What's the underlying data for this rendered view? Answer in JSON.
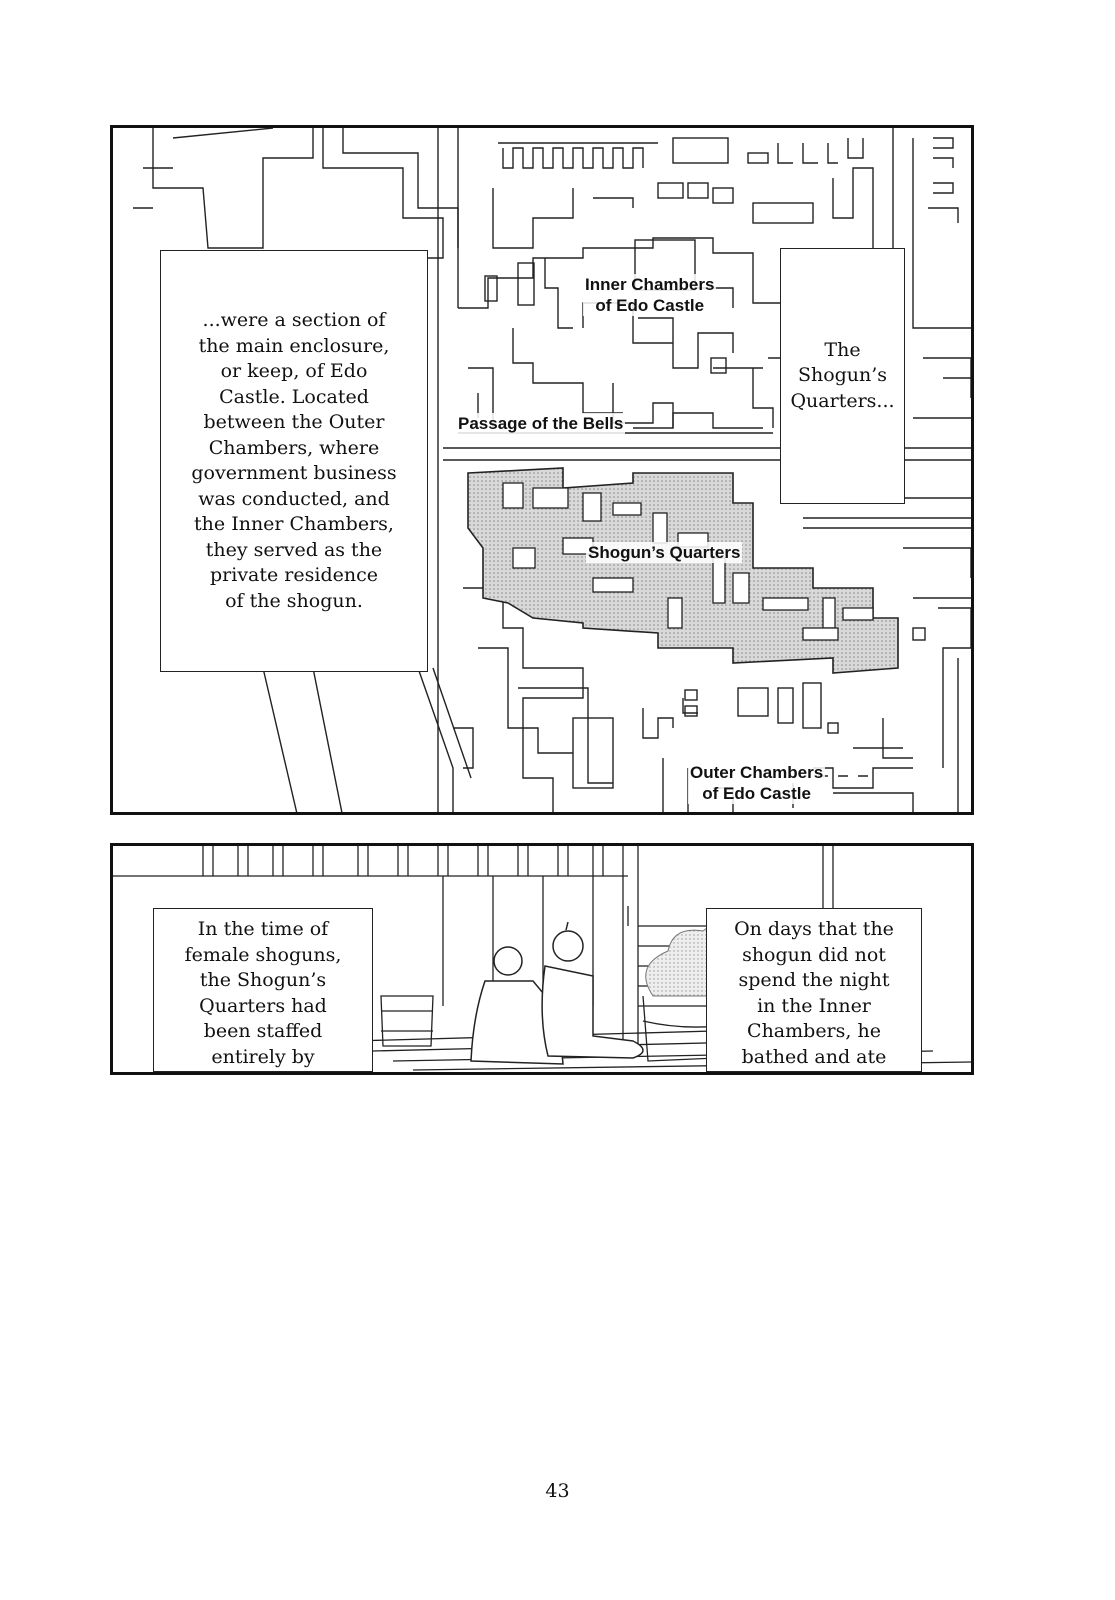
{
  "panel_top": {
    "caption_left": "...were a section of\nthe main enclosure,\nor keep, of Edo\nCastle. Located\nbetween the Outer\nChambers, where\ngovernment business\nwas conducted, and\nthe Inner Chambers,\nthey served as the\nprivate residence\nof the shogun.",
    "caption_right": "The\nShogun’s\nQuarters...",
    "labels": {
      "inner_chambers": "Inner Chambers\nof Edo Castle",
      "passage_bells": "Passage of the Bells",
      "shogun_quarters": "Shogun’s Quarters",
      "outer_chambers": "Outer Chambers\nof Edo Castle"
    }
  },
  "panel_bottom": {
    "caption_left": "In the time of\nfemale shoguns,\nthe Shogun’s\nQuarters had\nbeen staffed\nentirely by\nwomen, but now\nthat the ruler\nwas a man, all his\nattendants were\nmale also...",
    "caption_right": "On days that the\nshogun did not\nspend the night\nin the Inner\nChambers, he\nbathed and ate\nin the Shogun’s\nQuarters, where\nhe also slept."
  },
  "page_number": "43"
}
